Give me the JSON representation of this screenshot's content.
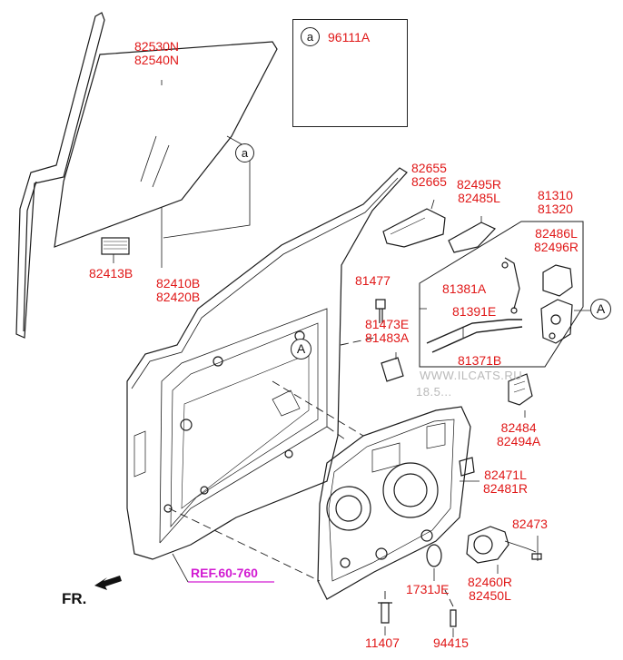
{
  "callout": {
    "marker": "a",
    "part": "96111A"
  },
  "markers": {
    "a": "a",
    "A": "A"
  },
  "labels": {
    "glass": [
      "82530N",
      "82540N"
    ],
    "regulator": [
      "82410B",
      "82420B"
    ],
    "glass_pad": "82413B",
    "hinge_a": [
      "82655",
      "82665"
    ],
    "hinge_b": [
      "82495R",
      "82485L"
    ],
    "latch_assy": [
      "81310",
      "81320"
    ],
    "latch_cover": [
      "82486L",
      "82496R"
    ],
    "rod": "81381A",
    "cable_a": "81391E",
    "cable_b": "81371B",
    "bolt": "81477",
    "clip": [
      "81473E",
      "81483A"
    ],
    "bracket": [
      "82484",
      "82494A"
    ],
    "module_panel": [
      "82471L",
      "82481R"
    ],
    "screw": "82473",
    "motor": [
      "82460R",
      "82450L"
    ],
    "plug": "1731JE",
    "bolt_b": "11407",
    "bolt_c": "94415"
  },
  "reference": "REF.60-760",
  "front_marker": "FR.",
  "watermark": [
    "WWW.ILCATS.RU",
    "18.5..."
  ]
}
